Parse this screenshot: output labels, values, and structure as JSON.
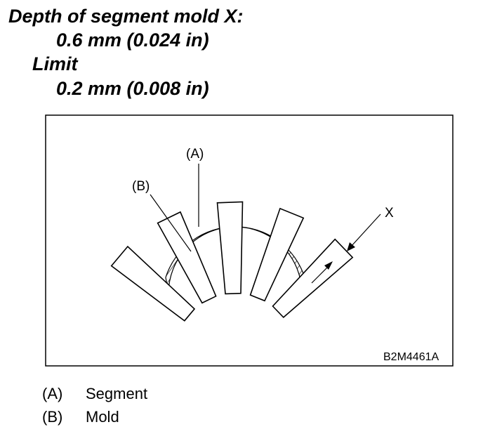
{
  "spec": {
    "heading": "Depth of segment mold X:",
    "standard_value": "0.6 mm (0.024 in)",
    "limit_label": "Limit",
    "limit_value": "0.2 mm (0.008 in)"
  },
  "diagram": {
    "label_a": "(A)",
    "label_b": "(B)",
    "label_x": "X",
    "figure_code": "B2M4461A"
  },
  "legend": [
    {
      "key": "(A)",
      "text": "Segment"
    },
    {
      "key": "(B)",
      "text": "Mold"
    }
  ]
}
